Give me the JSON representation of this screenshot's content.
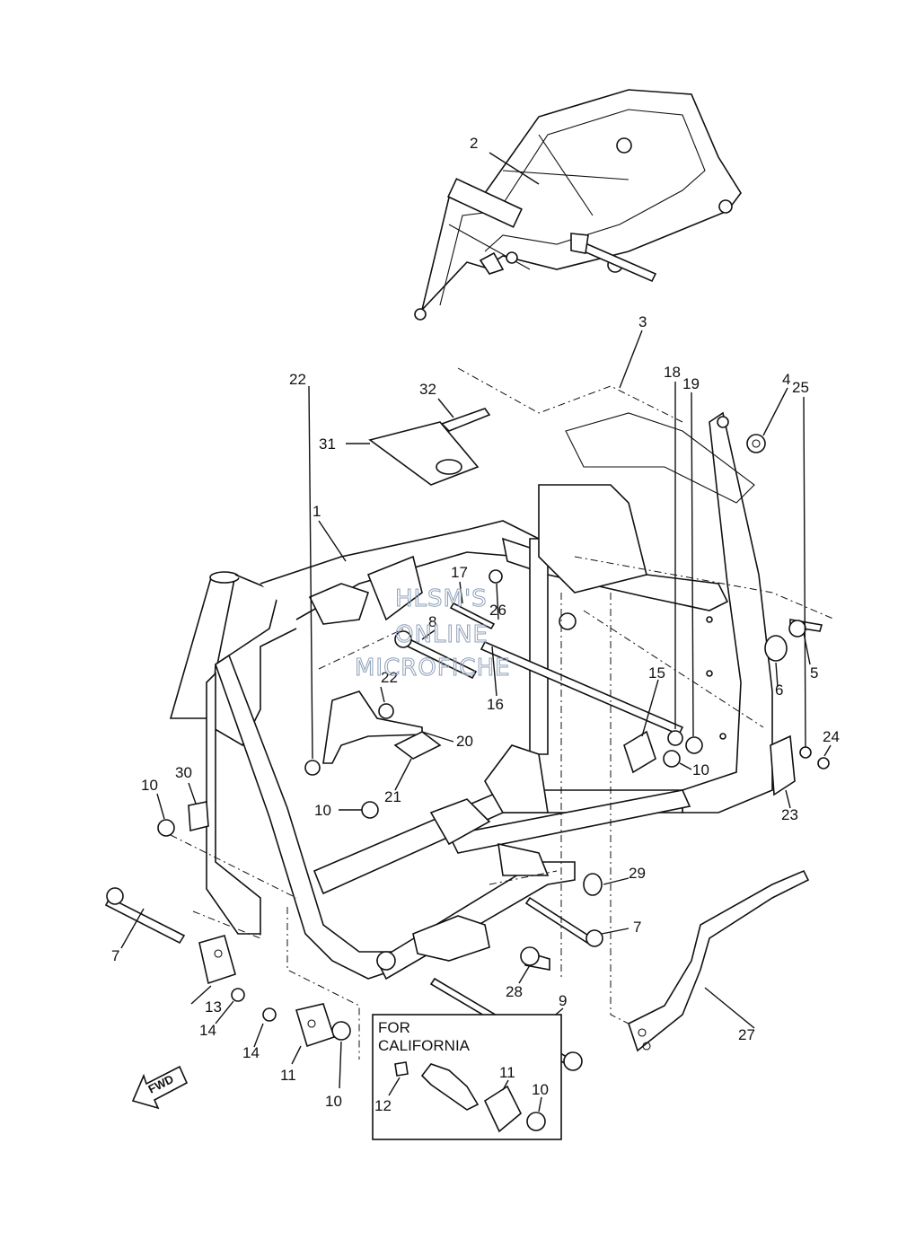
{
  "callouts": [
    "1",
    "2",
    "3",
    "4",
    "5",
    "6",
    "7",
    "7",
    "8",
    "9",
    "10",
    "10",
    "10",
    "10",
    "10",
    "11",
    "11",
    "12",
    "13",
    "14",
    "14",
    "15",
    "16",
    "17",
    "18",
    "19",
    "20",
    "21",
    "22",
    "22",
    "23",
    "24",
    "25",
    "26",
    "27",
    "28",
    "29",
    "30",
    "31",
    "32"
  ],
  "california_box": {
    "line1": "FOR",
    "line2": "CALIFORNIA",
    "parts": [
      "12",
      "11",
      "10"
    ]
  },
  "fwd_arrow": {
    "label": "FWD",
    "icon": "forward-arrow-icon"
  },
  "watermark": [
    "HLSM'S",
    "ONLINE",
    "MICROFICHE"
  ],
  "colors": {
    "line": "#111111",
    "background": "#ffffff",
    "watermark": "#8fa0b8"
  }
}
